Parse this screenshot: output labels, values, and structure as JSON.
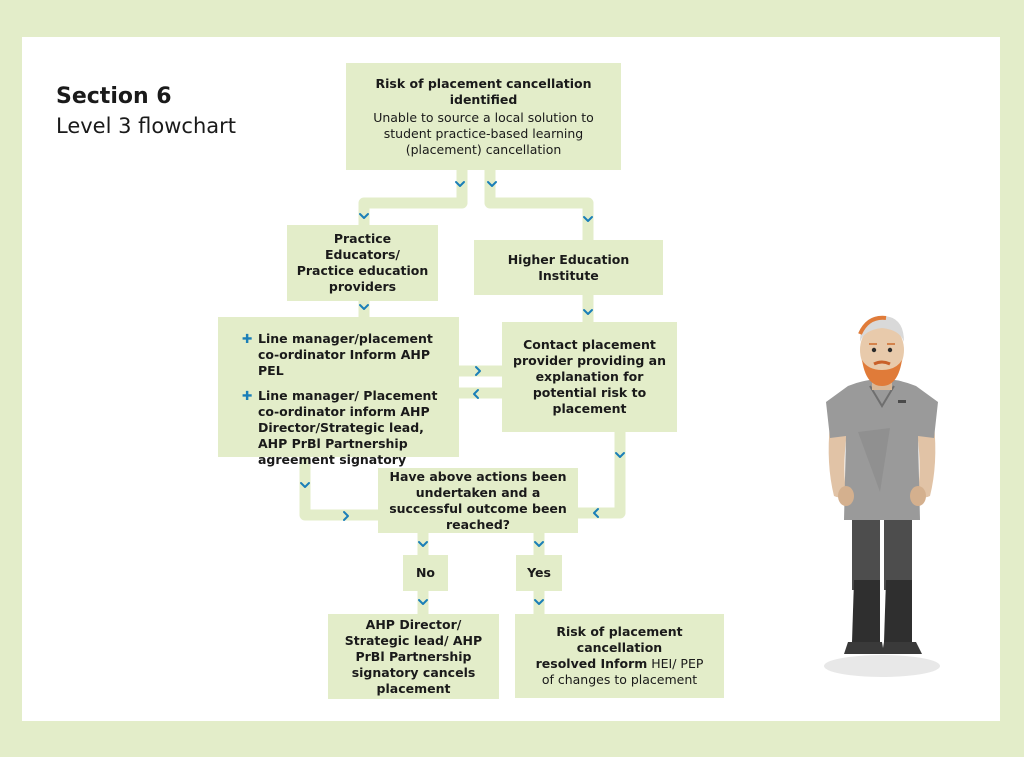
{
  "header": {
    "section": "Section 6",
    "subtitle": "Level 3 flowchart"
  },
  "flowchart": {
    "start": {
      "title": "Risk of placement cancellation identified",
      "body": "Unable to source a local solution to student practice-based learning (placement) cancellation"
    },
    "practice_educators": "Practice Educators/ Practice education providers",
    "hei": "Higher Education Institute",
    "actions": [
      "Line manager/placement co-ordinator Inform AHP PEL",
      "Line manager/ Placement co-ordinator inform AHP Director/Strategic lead, AHP PrBl Partnership agreement signatory"
    ],
    "contact_provider": "Contact placement provider providing an explanation for potential risk to placement",
    "question": "Have above actions been undertaken and a successful outcome been reached?",
    "no_label": "No",
    "yes_label": "Yes",
    "outcome_no": "AHP Director/ Strategic lead/ AHP PrBl Partnership signatory cancels placement",
    "outcome_yes": {
      "part1": "Risk of placement cancellation",
      "part2_bold": "resolved Inform",
      "part2_rest": " HEI/ PEP",
      "part3": "of changes to placement"
    }
  },
  "colors": {
    "page_border": "#e3edc9",
    "box_fill": "#e3edc9",
    "arrow": "#1b7fb8"
  }
}
